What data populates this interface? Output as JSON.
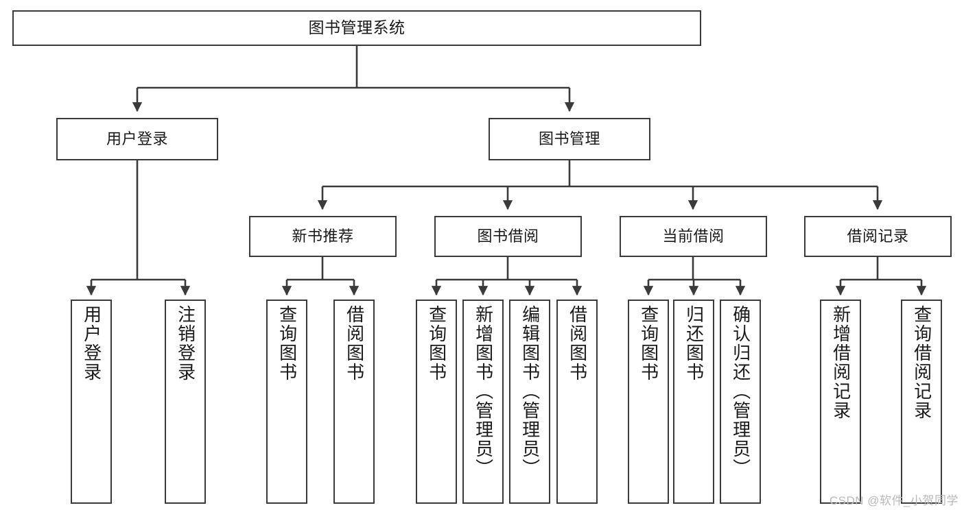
{
  "diagram": {
    "title": "图书管理系统",
    "type": "tree",
    "stroke_color": "#3a3a3a",
    "fill_color": "#ffffff",
    "text_color": "#1a1a1a",
    "root": {
      "label": "图书管理系统"
    },
    "level2": [
      {
        "label": "用户登录"
      },
      {
        "label": "图书管理"
      }
    ],
    "level3": [
      {
        "label": "新书推荐"
      },
      {
        "label": "图书借阅"
      },
      {
        "label": "当前借阅"
      },
      {
        "label": "借阅记录"
      }
    ],
    "leaves": {
      "user_login": [
        {
          "label": "用户登录"
        },
        {
          "label": "注销登录"
        }
      ],
      "new_book_recommend": [
        {
          "label": "查询图书"
        },
        {
          "label": "借阅图书"
        }
      ],
      "book_borrow": [
        {
          "label": "查询图书"
        },
        {
          "label": "新增图书（管理员）"
        },
        {
          "label": "编辑图书（管理员）"
        },
        {
          "label": "借阅图书"
        }
      ],
      "current_borrow": [
        {
          "label": "查询图书"
        },
        {
          "label": "归还图书"
        },
        {
          "label": "确认归还（管理员）"
        }
      ],
      "borrow_record": [
        {
          "label": "新增借阅记录"
        },
        {
          "label": "查询借阅记录"
        }
      ]
    }
  },
  "watermark": {
    "text": "CSDN @软件_小贺同学"
  }
}
